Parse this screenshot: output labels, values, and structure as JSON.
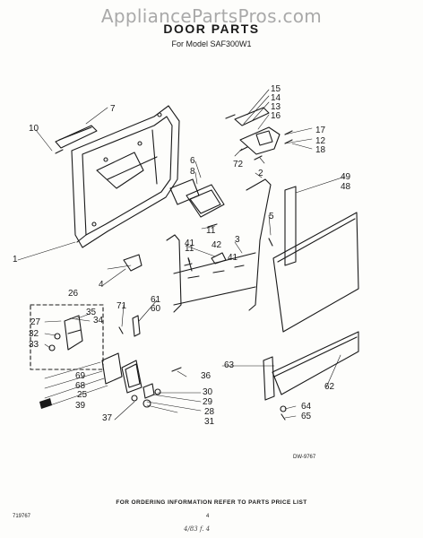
{
  "watermark": "AppliancePartsPros.com",
  "header": {
    "title": "DOOR PARTS",
    "subtitle": "For Model SAF300W1"
  },
  "footer": {
    "ordering_note": "FOR ORDERING INFORMATION REFER TO PARTS PRICE LIST",
    "page_number": "4",
    "document_number": "719767",
    "diagram_code": "DW-9767"
  },
  "handwriting": "4/83 f. 4",
  "callouts": [
    "1",
    "2",
    "3",
    "4",
    "5",
    "6",
    "7",
    "8",
    "10",
    "11",
    "11",
    "12",
    "13",
    "14",
    "15",
    "16",
    "17",
    "18",
    "25",
    "26",
    "27",
    "28",
    "29",
    "30",
    "31",
    "32",
    "33",
    "34",
    "35",
    "36",
    "37",
    "39",
    "41",
    "41",
    "42",
    "48",
    "49",
    "60",
    "61",
    "62",
    "63",
    "64",
    "65",
    "68",
    "69",
    "71",
    "72"
  ]
}
